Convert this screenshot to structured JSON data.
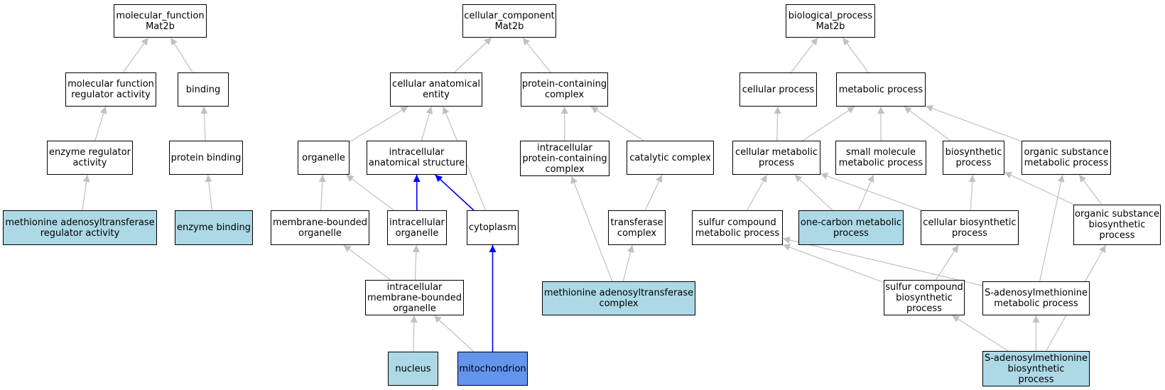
{
  "colors": {
    "node_default": "#ffffff",
    "node_annotated": "#add8e6",
    "node_selected": "#6495ed",
    "edge_default": "#c0c0c0",
    "edge_highlight": "#0000ff"
  },
  "nodes": {
    "mf_root": {
      "label": "molecular_function\nMat2b",
      "kind": "default"
    },
    "mf_reg_act": {
      "label": "molecular function\nregulator activity",
      "kind": "default"
    },
    "binding": {
      "label": "binding",
      "kind": "default"
    },
    "enzyme_reg_act": {
      "label": "enzyme regulator\nactivity",
      "kind": "default"
    },
    "protein_binding": {
      "label": "protein binding",
      "kind": "default"
    },
    "mat_reg_act": {
      "label": "methionine adenosyltransferase\nregulator activity",
      "kind": "annotated"
    },
    "enzyme_binding": {
      "label": "enzyme binding",
      "kind": "annotated"
    },
    "cc_root": {
      "label": "cellular_component\nMat2b",
      "kind": "default"
    },
    "cell_anat_entity": {
      "label": "cellular anatomical\nentity",
      "kind": "default"
    },
    "protein_complex": {
      "label": "protein-containing\ncomplex",
      "kind": "default"
    },
    "organelle": {
      "label": "organelle",
      "kind": "default"
    },
    "intra_anat_struct": {
      "label": "intracellular\nanatomical structure",
      "kind": "default"
    },
    "intra_protein_complex": {
      "label": "intracellular\nprotein-containing\ncomplex",
      "kind": "default"
    },
    "catalytic_complex": {
      "label": "catalytic complex",
      "kind": "default"
    },
    "membrane_organelle": {
      "label": "membrane-bounded\norganelle",
      "kind": "default"
    },
    "intra_organelle": {
      "label": "intracellular\norganelle",
      "kind": "default"
    },
    "cytoplasm": {
      "label": "cytoplasm",
      "kind": "default"
    },
    "transferase_complex": {
      "label": "transferase\ncomplex",
      "kind": "default"
    },
    "intra_membrane_organelle": {
      "label": "intracellular\nmembrane-bounded\norganelle",
      "kind": "default"
    },
    "mat_complex": {
      "label": "methionine adenosyltransferase\ncomplex",
      "kind": "annotated"
    },
    "nucleus": {
      "label": "nucleus",
      "kind": "annotated"
    },
    "mitochondrion": {
      "label": "mitochondrion",
      "kind": "selected"
    },
    "bp_root": {
      "label": "biological_process\nMat2b",
      "kind": "default"
    },
    "cellular_process": {
      "label": "cellular process",
      "kind": "default"
    },
    "metabolic_process": {
      "label": "metabolic process",
      "kind": "default"
    },
    "cell_metabolic": {
      "label": "cellular metabolic\nprocess",
      "kind": "default"
    },
    "small_mol_metabolic": {
      "label": "small molecule\nmetabolic process",
      "kind": "default"
    },
    "biosynthetic": {
      "label": "biosynthetic\nprocess",
      "kind": "default"
    },
    "org_sub_metabolic": {
      "label": "organic substance\nmetabolic process",
      "kind": "default"
    },
    "sulfur_metabolic": {
      "label": "sulfur compound\nmetabolic process",
      "kind": "default"
    },
    "one_carbon": {
      "label": "one-carbon metabolic\nprocess",
      "kind": "annotated"
    },
    "cell_biosynthetic": {
      "label": "cellular biosynthetic\nprocess",
      "kind": "default"
    },
    "org_sub_biosynthetic": {
      "label": "organic substance\nbiosynthetic\nprocess",
      "kind": "default"
    },
    "sulfur_biosynthetic": {
      "label": "sulfur compound\nbiosynthetic\nprocess",
      "kind": "default"
    },
    "sam_metabolic": {
      "label": "S-adenosylmethionine\nmetabolic process",
      "kind": "default"
    },
    "sam_biosynthetic": {
      "label": "S-adenosylmethionine\nbiosynthetic\nprocess",
      "kind": "annotated"
    }
  },
  "edges": [
    {
      "from": "mf_reg_act",
      "to": "mf_root",
      "kind": "default"
    },
    {
      "from": "binding",
      "to": "mf_root",
      "kind": "default"
    },
    {
      "from": "enzyme_reg_act",
      "to": "mf_reg_act",
      "kind": "default"
    },
    {
      "from": "protein_binding",
      "to": "binding",
      "kind": "default"
    },
    {
      "from": "mat_reg_act",
      "to": "enzyme_reg_act",
      "kind": "default"
    },
    {
      "from": "enzyme_binding",
      "to": "protein_binding",
      "kind": "default"
    },
    {
      "from": "cell_anat_entity",
      "to": "cc_root",
      "kind": "default"
    },
    {
      "from": "protein_complex",
      "to": "cc_root",
      "kind": "default"
    },
    {
      "from": "organelle",
      "to": "cell_anat_entity",
      "kind": "default"
    },
    {
      "from": "intra_anat_struct",
      "to": "cell_anat_entity",
      "kind": "default"
    },
    {
      "from": "cytoplasm",
      "to": "cell_anat_entity",
      "kind": "default"
    },
    {
      "from": "intra_protein_complex",
      "to": "protein_complex",
      "kind": "default"
    },
    {
      "from": "catalytic_complex",
      "to": "protein_complex",
      "kind": "default"
    },
    {
      "from": "membrane_organelle",
      "to": "organelle",
      "kind": "default"
    },
    {
      "from": "intra_organelle",
      "to": "organelle",
      "kind": "default"
    },
    {
      "from": "intra_organelle",
      "to": "intra_anat_struct",
      "kind": "highlight"
    },
    {
      "from": "cytoplasm",
      "to": "intra_anat_struct",
      "kind": "highlight"
    },
    {
      "from": "transferase_complex",
      "to": "catalytic_complex",
      "kind": "default"
    },
    {
      "from": "intra_membrane_organelle",
      "to": "membrane_organelle",
      "kind": "default"
    },
    {
      "from": "intra_membrane_organelle",
      "to": "intra_organelle",
      "kind": "default"
    },
    {
      "from": "mat_complex",
      "to": "intra_protein_complex",
      "kind": "default"
    },
    {
      "from": "mat_complex",
      "to": "transferase_complex",
      "kind": "default"
    },
    {
      "from": "nucleus",
      "to": "intra_membrane_organelle",
      "kind": "default"
    },
    {
      "from": "mitochondrion",
      "to": "intra_membrane_organelle",
      "kind": "default"
    },
    {
      "from": "mitochondrion",
      "to": "cytoplasm",
      "kind": "highlight"
    },
    {
      "from": "cellular_process",
      "to": "bp_root",
      "kind": "default"
    },
    {
      "from": "metabolic_process",
      "to": "bp_root",
      "kind": "default"
    },
    {
      "from": "cell_metabolic",
      "to": "cellular_process",
      "kind": "default"
    },
    {
      "from": "cell_metabolic",
      "to": "metabolic_process",
      "kind": "default"
    },
    {
      "from": "small_mol_metabolic",
      "to": "metabolic_process",
      "kind": "default"
    },
    {
      "from": "biosynthetic",
      "to": "metabolic_process",
      "kind": "default"
    },
    {
      "from": "org_sub_metabolic",
      "to": "metabolic_process",
      "kind": "default"
    },
    {
      "from": "sulfur_metabolic",
      "to": "cell_metabolic",
      "kind": "default"
    },
    {
      "from": "one_carbon",
      "to": "cell_metabolic",
      "kind": "default"
    },
    {
      "from": "one_carbon",
      "to": "small_mol_metabolic",
      "kind": "default"
    },
    {
      "from": "cell_biosynthetic",
      "to": "cell_metabolic",
      "kind": "default"
    },
    {
      "from": "cell_biosynthetic",
      "to": "biosynthetic",
      "kind": "default"
    },
    {
      "from": "org_sub_biosynthetic",
      "to": "biosynthetic",
      "kind": "default"
    },
    {
      "from": "org_sub_biosynthetic",
      "to": "org_sub_metabolic",
      "kind": "default"
    },
    {
      "from": "sulfur_biosynthetic",
      "to": "sulfur_metabolic",
      "kind": "default"
    },
    {
      "from": "sulfur_biosynthetic",
      "to": "cell_biosynthetic",
      "kind": "default"
    },
    {
      "from": "sam_metabolic",
      "to": "sulfur_metabolic",
      "kind": "default"
    },
    {
      "from": "sam_metabolic",
      "to": "org_sub_metabolic",
      "kind": "default"
    },
    {
      "from": "sam_biosynthetic",
      "to": "sulfur_biosynthetic",
      "kind": "default"
    },
    {
      "from": "sam_biosynthetic",
      "to": "sam_metabolic",
      "kind": "default"
    },
    {
      "from": "sam_biosynthetic",
      "to": "org_sub_biosynthetic",
      "kind": "default"
    }
  ]
}
